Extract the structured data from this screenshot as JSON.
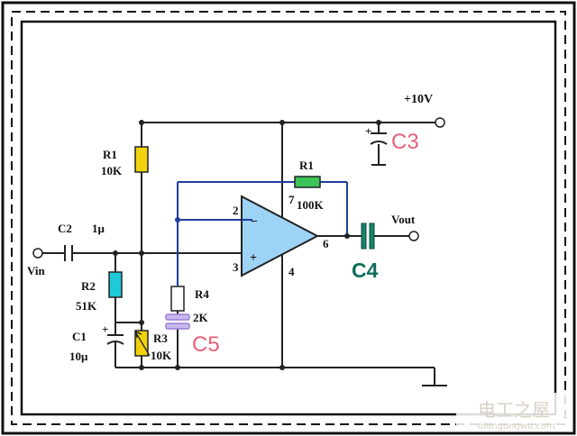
{
  "supply": {
    "label": "+10V"
  },
  "input": {
    "label": "Vin"
  },
  "output": {
    "label": "Vout"
  },
  "components": {
    "r1_top": {
      "name": "R1",
      "value": "10K"
    },
    "r1_feedback": {
      "name": "R1",
      "value": "100K"
    },
    "r2": {
      "name": "R2",
      "value": "51K"
    },
    "r3": {
      "name": "R3",
      "value": "10K"
    },
    "r4": {
      "name": "R4",
      "value": "2K"
    },
    "c1": {
      "name": "C1",
      "value": "10μ"
    },
    "c2": {
      "name": "C2",
      "value": "1μ"
    },
    "c3": {
      "name": "C3"
    },
    "c4": {
      "name": "C4"
    },
    "c5": {
      "name": "C5"
    }
  },
  "opamp": {
    "pins": {
      "p2": "2",
      "p3": "3",
      "p4": "4",
      "p6": "6",
      "p7": "7"
    },
    "minus": "−",
    "plus": "+"
  },
  "watermark": {
    "line1": "电工之屋",
    "line2": "diangongwu.com"
  },
  "colors": {
    "wire": "#222222",
    "feedback_wire": "#1f3ea0",
    "opamp_fill": "#9dd3f5",
    "resistor_yellow": "#f2d20c",
    "resistor_green": "#3cc45a",
    "resistor_cyan": "#1ec9d8",
    "c5_purple": "#9b7fd6",
    "c4_teal": "#18846a",
    "border": "#111111"
  }
}
